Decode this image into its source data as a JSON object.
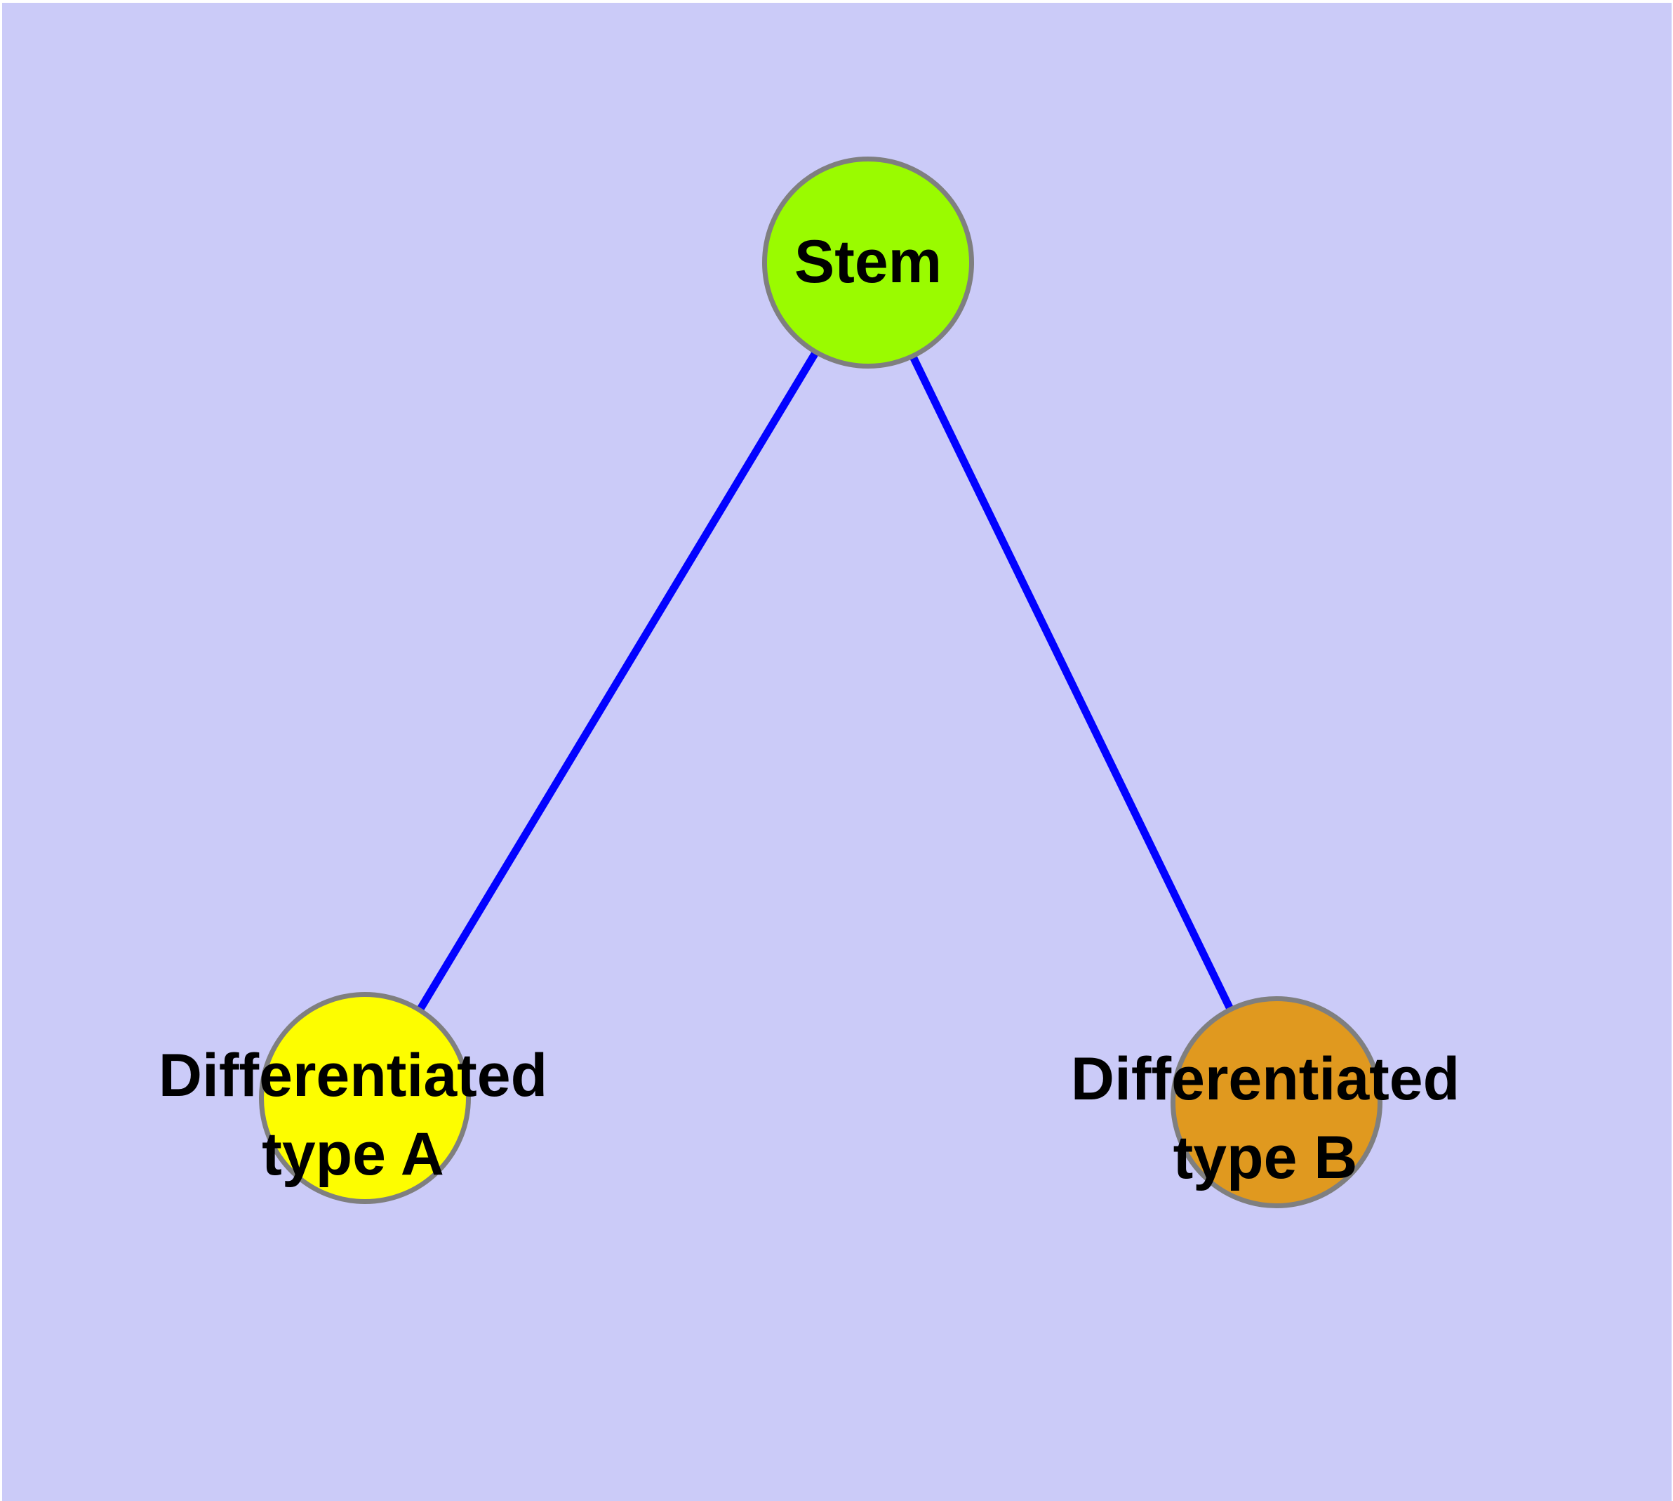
{
  "diagram": {
    "background_color": "#CBCBF8",
    "edge_color": "#0202FF",
    "node_border_color": "#7F7F7F",
    "text_color": "#000000",
    "nodes": [
      {
        "id": "stem",
        "label": "Stem",
        "label_line1": "Stem",
        "label_line2": "",
        "fill": "#9AFB00"
      },
      {
        "id": "type-a",
        "label": "Differentiated type A",
        "label_line1": "Differentiated",
        "label_line2": "type A",
        "fill": "#FDFD00"
      },
      {
        "id": "type-b",
        "label": "Differentiated type B",
        "label_line1": "Differentiated",
        "label_line2": "type B",
        "fill": "#E0991F"
      }
    ],
    "edges": [
      {
        "from": "Stem",
        "to": "Differentiated type A"
      },
      {
        "from": "Stem",
        "to": "Differentiated type B"
      }
    ]
  }
}
